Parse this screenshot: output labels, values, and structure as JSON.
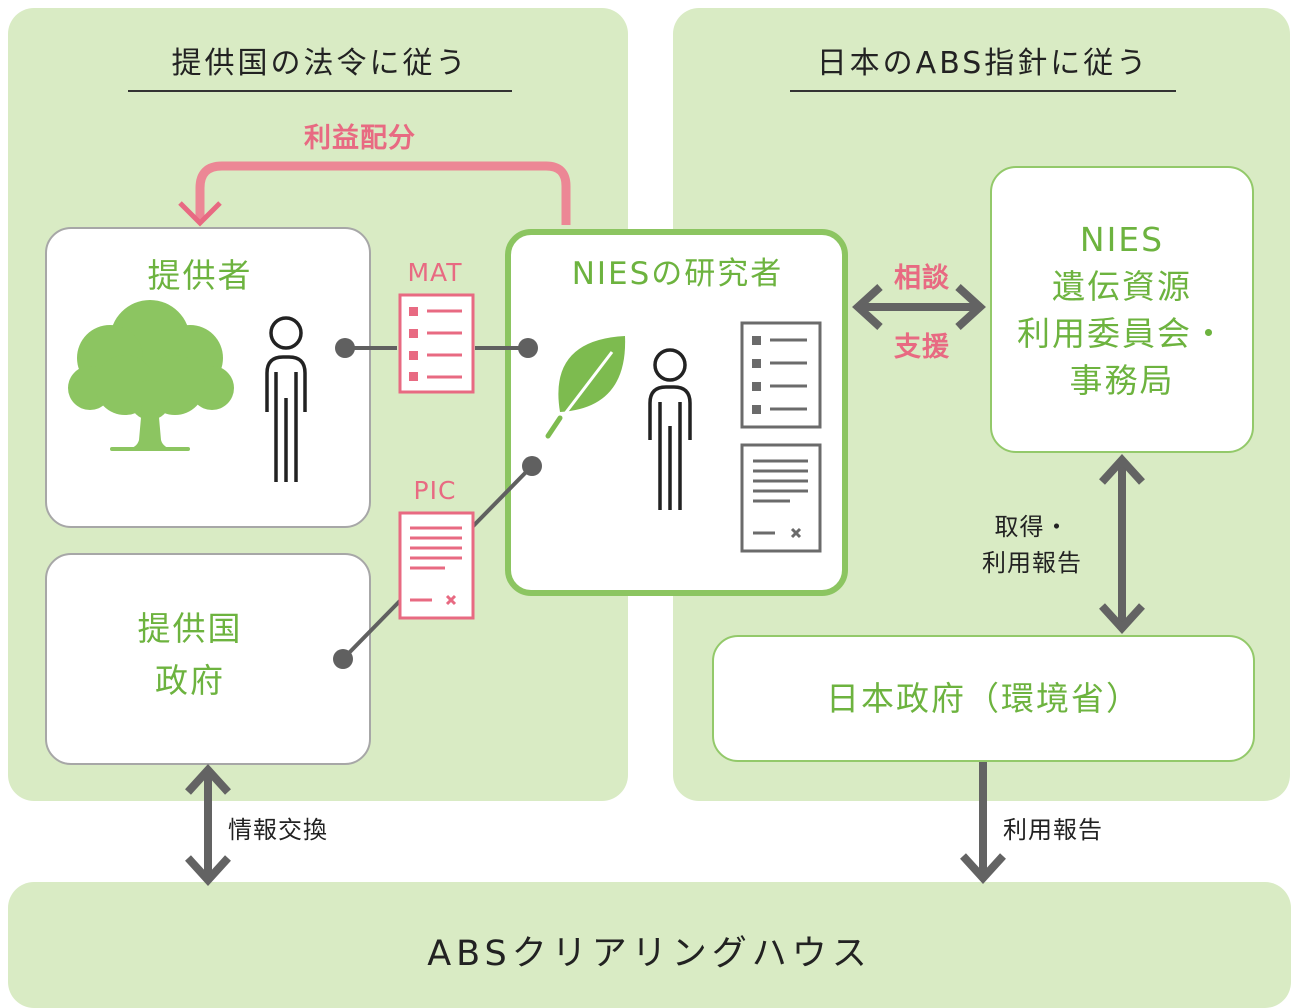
{
  "left_panel": {
    "heading": "提供国の法令に従う",
    "benefit_label": "利益配分",
    "provider_label": "提供者",
    "gov_label_1": "提供国",
    "gov_label_2": "政府",
    "mat_label": "MAT",
    "pic_label": "PIC"
  },
  "right_panel": {
    "heading": "日本のABS指針に従う",
    "consult_label": "相談",
    "support_label": "支援",
    "committee_lines": [
      "NIES",
      "遺伝資源",
      "利用委員会・",
      "事務局"
    ],
    "report_label_1": "取得・",
    "report_label_2": "利用報告",
    "japan_gov_label": "日本政府（環境省）"
  },
  "researcher_label": "NIESの研究者",
  "info_exchange_label": "情報交換",
  "usage_report_label": "利用報告",
  "clearing_house_label": "ABSクリアリングハウス",
  "colors": {
    "panel_bg": "#d9ebc4",
    "green": "#6db33f",
    "pink": "#e86a82",
    "arrow_gray": "#636363"
  },
  "icons": [
    "tree-icon",
    "person-icon",
    "leaf-icon",
    "checklist-icon",
    "signed-document-icon",
    "contract-icon"
  ]
}
